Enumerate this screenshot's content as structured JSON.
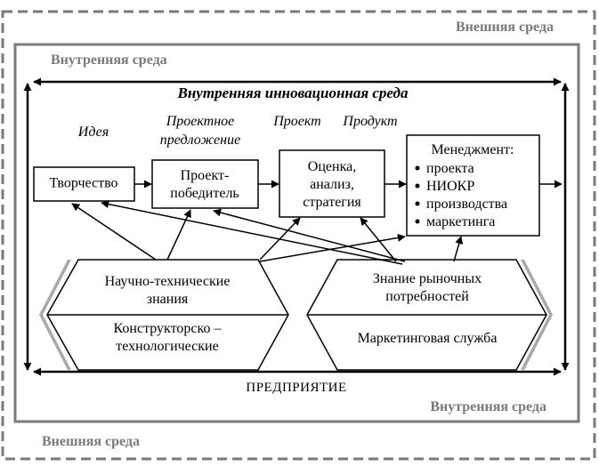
{
  "outer_env": {
    "top_label": "Внешняя среда",
    "bottom_label": "Внешняя среда"
  },
  "inner_env": {
    "top_label": "Внутренняя среда",
    "bottom_label": "Внутренняя среда"
  },
  "innovation_env": {
    "title": "Внутренняя инновационная среда"
  },
  "stage_labels": {
    "idea": "Идея",
    "proposal_line1": "Проектное",
    "proposal_line2": "предложение",
    "project": "Проект",
    "product": "Продукт"
  },
  "boxes": {
    "creativity": "Творчество",
    "winner_line1": "Проект-",
    "winner_line2": "победитель",
    "evaluation_line1": "Оценка,",
    "evaluation_line2": "анализ,",
    "evaluation_line3": "стратегия",
    "management_title": "Менеджмент:",
    "management_items": [
      "проекта",
      "НИОКР",
      "производства",
      "маркетинга"
    ]
  },
  "hexagons": {
    "science_line1": "Научно-технические",
    "science_line2": "знания",
    "design_line1": "Конструкторско –",
    "design_line2": "технологические",
    "market_line1": "Знание рыночных",
    "market_line2": "потребностей",
    "marketing_service": "Маркетинговая служба"
  },
  "enterprise_label": "ПРЕДПРИЯТИЕ",
  "colors": {
    "frame_gray": "#7a7a7a",
    "shadow_gray": "#a9a9a9",
    "line": "#000000"
  }
}
